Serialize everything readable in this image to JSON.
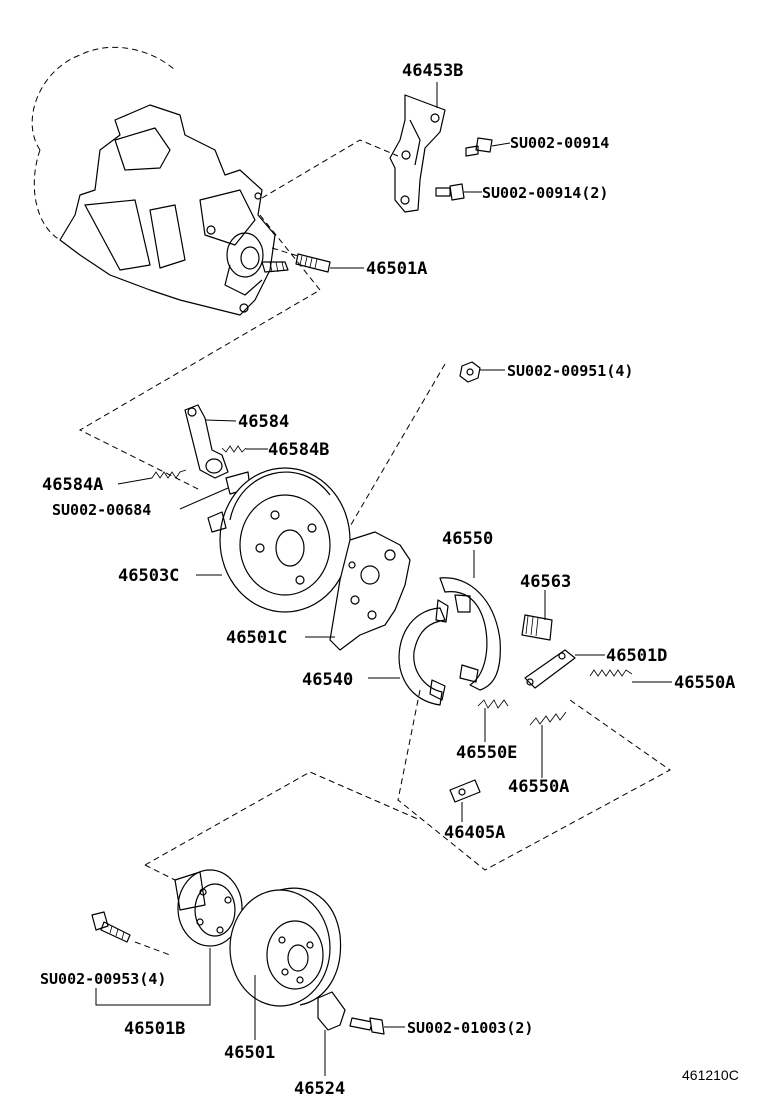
{
  "labels": {
    "l_46453B": "46453B",
    "l_SU002_00914": "SU002-00914",
    "l_SU002_00914_2": "SU002-00914(2)",
    "l_46501A": "46501A",
    "l_SU002_00951_4": "SU002-00951(4)",
    "l_46584": "46584",
    "l_46584B": "46584B",
    "l_46584A": "46584A",
    "l_SU002_00684": "SU002-00684",
    "l_46503C": "46503C",
    "l_46550": "46550",
    "l_46563": "46563",
    "l_46501C": "46501C",
    "l_46501D": "46501D",
    "l_46540": "46540",
    "l_46550A_1": "46550A",
    "l_46550E": "46550E",
    "l_46550A_2": "46550A",
    "l_46405A": "46405A",
    "l_SU002_00953_4": "SU002-00953(4)",
    "l_46501B": "46501B",
    "l_SU002_01003_2": "SU002-01003(2)",
    "l_46501": "46501",
    "l_46524": "46524"
  },
  "diagram_code": "461210C"
}
